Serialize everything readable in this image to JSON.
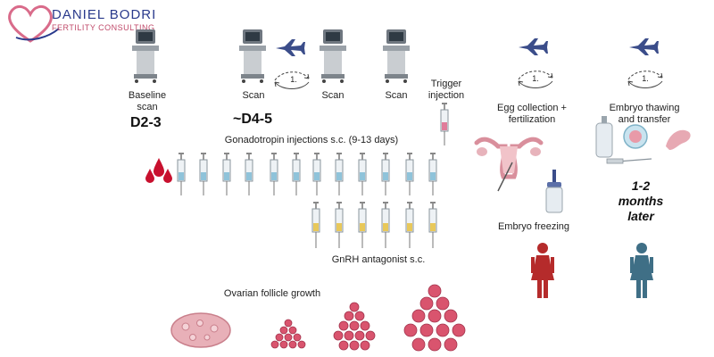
{
  "logo": {
    "name": "DANIEL BODRI",
    "subtitle": "FERTILITY CONSULTING"
  },
  "labels": {
    "baseline_scan": "Baseline scan",
    "d2_3": "D2-3",
    "scan": "Scan",
    "d4_5": "~D4-5",
    "trigger": "Trigger injection",
    "gonadotropin": "Gonadotropin injections s.c. (9-13 days)",
    "gnrh": "GnRH antagonist s.c.",
    "follicle": "Ovarian follicle growth",
    "egg_collection": "Egg collection + fertilization",
    "embryo_freezing": "Embryo freezing",
    "thawing": "Embryo thawing and transfer",
    "months_later": "1-2 months later",
    "step_number": "1."
  },
  "colors": {
    "blood": "#c8102e",
    "female_red": "#b52b2b",
    "female_blue": "#3f6f86",
    "plane": "#3b4d8a",
    "follicle": "#d9546e"
  }
}
